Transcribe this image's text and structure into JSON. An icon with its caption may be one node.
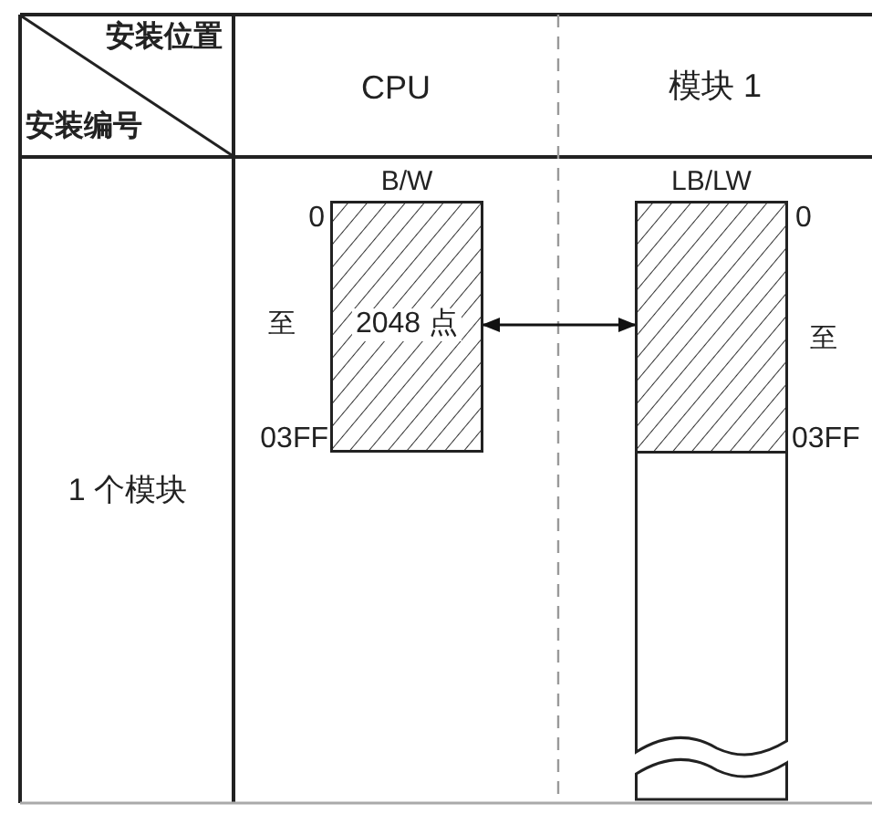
{
  "diagram": {
    "nodes": [
      {
        "text": [
          "B/W",
          "2048 点"
        ],
        "beside": [
          "0",
          "至",
          "03FF"
        ]
      },
      {
        "text": [
          "LB/LW"
        ],
        "beside": [
          "0",
          "至",
          "03FF"
        ]
      }
    ],
    "edges": [
      {
        "from": 0,
        "to": 1,
        "arrow": "both"
      }
    ],
    "labels": [
      "安装位置",
      "安装编号",
      "CPU",
      "模块 1",
      "1 个模块"
    ]
  }
}
